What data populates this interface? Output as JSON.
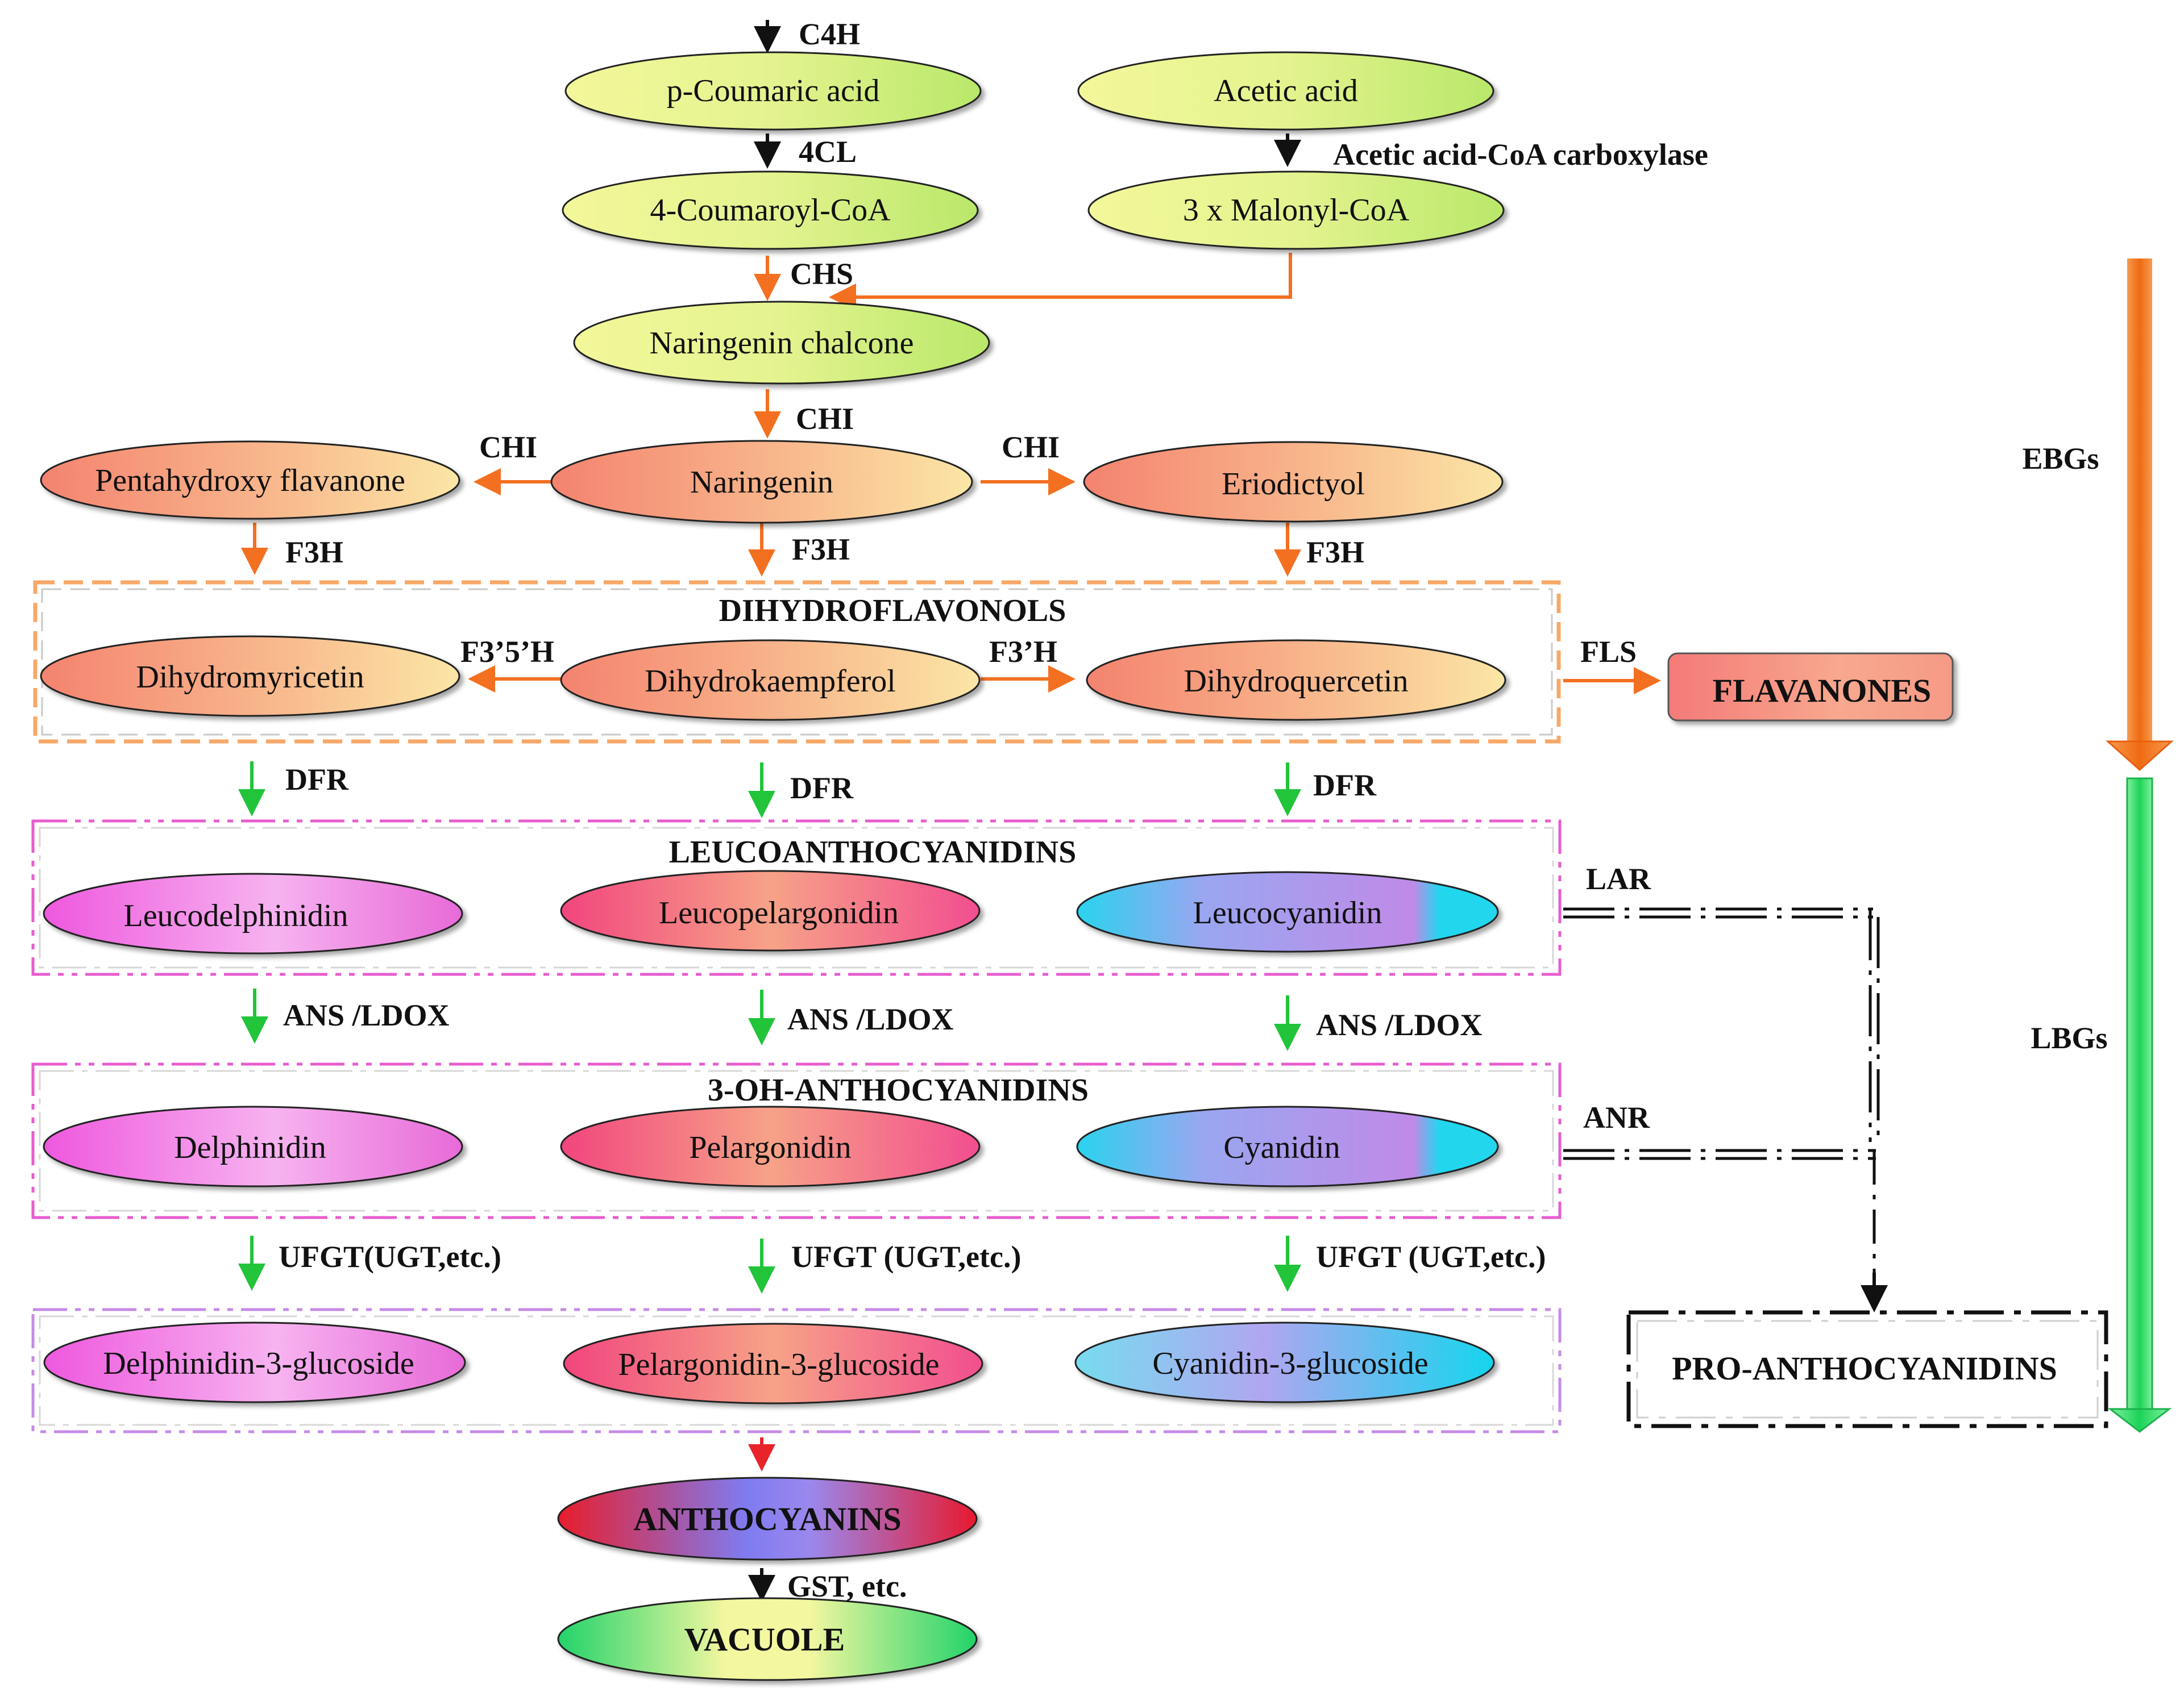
{
  "colors": {
    "early_arrow": "#f37021",
    "late_arrow": "#22c43a",
    "red_arrow": "#e8232a",
    "black_arrow": "#111111",
    "green_yellow_node": "#d7ef7f",
    "salmon_node": "#f5977c",
    "magenta_frame": "#e85ccf",
    "orange_frame": "#f7a868",
    "ebg_bar": "#f47a24",
    "lbg_bar": "#36d769"
  },
  "nodes": {
    "p_coumaric_acid": "p-Coumaric acid",
    "acetic_acid": "Acetic acid",
    "coumaroyl_coa": "4-Coumaroyl-CoA",
    "malonyl_coa": "3 x Malonyl-CoA",
    "naringenin_chalcone": "Naringenin chalcone",
    "pentahydroxy_flavanone": "Pentahydroxy flavanone",
    "naringenin": "Naringenin",
    "eriodictyol": "Eriodictyol",
    "dihydromyricetin": "Dihydromyricetin",
    "dihydrokaempferol": "Dihydrokaempferol",
    "dihydroquercetin": "Dihydroquercetin",
    "flavanones": "FLAVANONES",
    "leucodelphinidin": "Leucodelphinidin",
    "leucopelargonidin": "Leucopelargonidin",
    "leucocyanidin": "Leucocyanidin",
    "delphinidin": "Delphinidin",
    "pelargonidin": "Pelargonidin",
    "cyanidin": "Cyanidin",
    "delphinidin_3_glucoside": "Delphinidin-3-glucoside",
    "pelargonidin_3_glucoside": "Pelargonidin-3-glucoside",
    "cyanidin_3_glucoside": "Cyanidin-3-glucoside",
    "anthocyanins": "ANTHOCYANINS",
    "vacuole": "VACUOLE",
    "pro_anthocyanidins": "PRO-ANTHOCYANIDINS"
  },
  "groups": {
    "dihydroflavonols": "DIHYDROFLAVONOLS",
    "leucoanthocyanidins": "LEUCOANTHOCYANIDINS",
    "anthocyanidins": "3-OH-ANTHOCYANIDINS"
  },
  "enzymes": {
    "c4h": "C4H",
    "fourcl": "4CL",
    "acc": "Acetic acid-CoA carboxylase",
    "chs": "CHS",
    "chi_center": "CHI",
    "chi_left": "CHI",
    "chi_right": "CHI",
    "f3h_left": "F3H",
    "f3h_center": "F3H",
    "f3h_right": "F3H",
    "f3p5ph": "F3’5’H",
    "f3ph": "F3’H",
    "fls": "FLS",
    "dfr_left": "DFR",
    "dfr_center": "DFR",
    "dfr_right": "DFR",
    "lar": "LAR",
    "ans_left": "ANS /LDOX",
    "ans_center": "ANS /LDOX",
    "ans_right": "ANS /LDOX",
    "anr": "ANR",
    "ufgt_left": "UFGT(UGT,etc.)",
    "ufgt_center": "UFGT (UGT,etc.)",
    "ufgt_right": "UFGT (UGT,etc.)",
    "gst": "GST, etc."
  },
  "side_labels": {
    "ebgs": "EBGs",
    "lbgs": "LBGs"
  }
}
